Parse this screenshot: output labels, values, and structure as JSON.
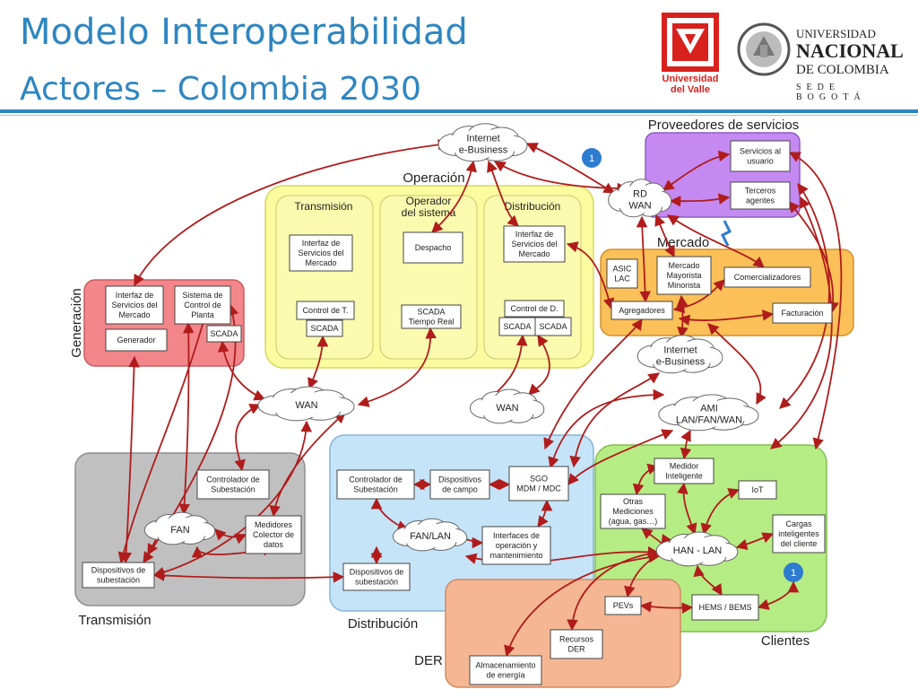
{
  "title": "Modelo Interoperabilidad",
  "subtitle": "Actores – Colombia 2030",
  "logos": {
    "univalle": "Universidad del Valle",
    "unal_line1": "UNIVERSIDAD",
    "unal_line2": "NACIONAL",
    "unal_line3": "DE COLOMBIA",
    "unal_line4": "SEDE BOGOTÁ"
  },
  "domains": {
    "proveedores": "Proveedores de servicios",
    "operacion": "Operación",
    "mercado": "Mercado",
    "generacion": "Generación",
    "transmision": "Transmisión",
    "distribucion": "Distribución",
    "clientes": "Clientes",
    "der": "DER"
  },
  "sub_domains": {
    "op_transmision": "Transmisión",
    "op_operador_1": "Operador",
    "op_operador_2": "del sistema",
    "op_distribucion": "Distribución"
  },
  "nodes": {
    "servicios_usuario": [
      "Servicios al",
      "usuario"
    ],
    "terceros_agentes": [
      "Terceros",
      "agentes"
    ],
    "asic_lac": [
      "ASIC",
      "LAC"
    ],
    "mercado_mayorista": [
      "Mercado",
      "Mayorista",
      "Minorista"
    ],
    "comercializadores": [
      "Comercializadores"
    ],
    "agregadores": [
      "Agregadores"
    ],
    "facturacion": [
      "Facturación"
    ],
    "op_tr_interfaz": [
      "Interfaz de",
      "Servicios del",
      "Mercado"
    ],
    "op_tr_control": [
      "Control de T."
    ],
    "op_tr_scada": [
      "SCADA"
    ],
    "despacho": [
      "Despacho"
    ],
    "scada_tr": [
      "SCADA",
      "Tiempo Real"
    ],
    "op_di_interfaz": [
      "Interfaz de",
      "Servicios del",
      "Mercado"
    ],
    "op_di_control": [
      "Control de D."
    ],
    "op_di_scada1": [
      "SCADA"
    ],
    "op_di_scada2": [
      "SCADA"
    ],
    "gen_interfaz": [
      "Interfaz de",
      "Servicios del",
      "Mercado"
    ],
    "gen_sistema": [
      "Sistema de",
      "Control de",
      "Planta"
    ],
    "gen_generador": [
      "Generador"
    ],
    "gen_scada": [
      "SCADA"
    ],
    "tr_controlador": [
      "Controlador de",
      "Subestación"
    ],
    "tr_medidores": [
      "Medidores",
      "Colector de",
      "datos"
    ],
    "tr_dispositivos": [
      "Dispositivos de",
      "subestación"
    ],
    "di_controlador": [
      "Controlador de",
      "Subestación"
    ],
    "di_disp_campo": [
      "Dispositivos",
      "de campo"
    ],
    "di_sgo": [
      "SGO",
      "MDM / MDC"
    ],
    "di_interfaces": [
      "Interfaces de",
      "operación y",
      "mantenimiento"
    ],
    "di_dispositivos": [
      "Dispositivos de",
      "subestación"
    ],
    "cl_medidor": [
      "Medidor",
      "Inteligente"
    ],
    "cl_otras": [
      "Otras",
      "Mediciones",
      "(agua, gas…)"
    ],
    "cl_iot": [
      "IoT"
    ],
    "cl_cargas": [
      "Cargas",
      "inteligentes",
      "del cliente"
    ],
    "cl_hems": [
      "HEMS / BEMS"
    ],
    "der_pevs": [
      "PEVs"
    ],
    "der_recursos": [
      "Recursos",
      "DER"
    ],
    "der_almacenamiento": [
      "Almacenamiento",
      "de energía"
    ]
  },
  "clouds": {
    "internet_top": [
      "Internet",
      "e-Business"
    ],
    "rd_wan": [
      "RD",
      "WAN"
    ],
    "internet_mid": [
      "Internet",
      "e-Business"
    ],
    "wan1": [
      "WAN"
    ],
    "wan2": [
      "WAN"
    ],
    "ami": [
      "AMI",
      "LAN/FAN/WAN"
    ],
    "fan": [
      "FAN"
    ],
    "fan_lan": [
      "FAN/LAN"
    ],
    "han_lan": [
      "HAN - LAN"
    ]
  },
  "badges": {
    "top": "1",
    "bottom": "1"
  },
  "colors": {
    "accent": "#2e86c1",
    "arrow": "#b01c1c",
    "proveedores": "#c48af2",
    "operacion": "#fbfba0",
    "mercado": "#fbc057",
    "generacion": "#f3868a",
    "transmision": "#c0c0c0",
    "distribucion": "#c5e4f8",
    "clientes": "#b6ec84",
    "der": "#f5b793",
    "badge": "#2d7cd0"
  }
}
